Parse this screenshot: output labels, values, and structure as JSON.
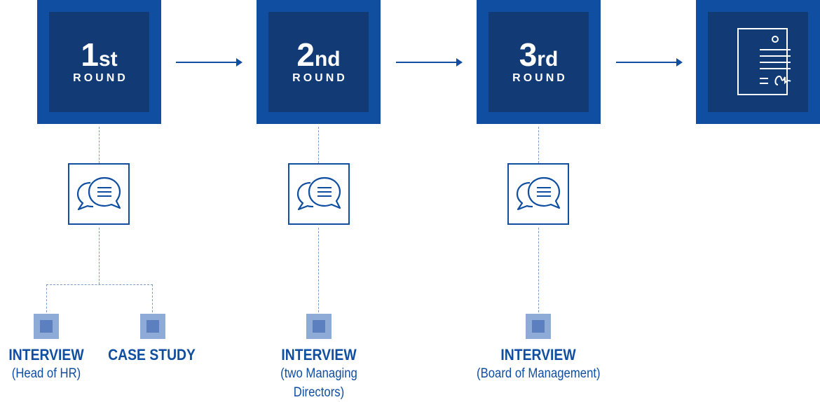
{
  "rounds": [
    {
      "number": "1",
      "suffix": "st",
      "word": "ROUND"
    },
    {
      "number": "2",
      "suffix": "nd",
      "word": "ROUND"
    },
    {
      "number": "3",
      "suffix": "rd",
      "word": "ROUND"
    }
  ],
  "steps": [
    {
      "title": "INTERVIEW",
      "detail": "(Head of HR)"
    },
    {
      "title": "CASE STUDY",
      "detail": ""
    },
    {
      "title": "INTERVIEW",
      "detail_line1": "(two Managing",
      "detail_line2": "Directors)"
    },
    {
      "title": "INTERVIEW",
      "detail": "(Board of Management)"
    }
  ],
  "icons": {
    "chat": "chat-bubbles-icon",
    "contract": "signed-contract-icon",
    "arrow": "arrow-right-icon"
  },
  "colors": {
    "primary": "#0f4ea1",
    "inner": "#123b76",
    "marker_outer": "#8eaad6",
    "marker_inner": "#5c7fbf",
    "connector": "#7c9cc9"
  }
}
